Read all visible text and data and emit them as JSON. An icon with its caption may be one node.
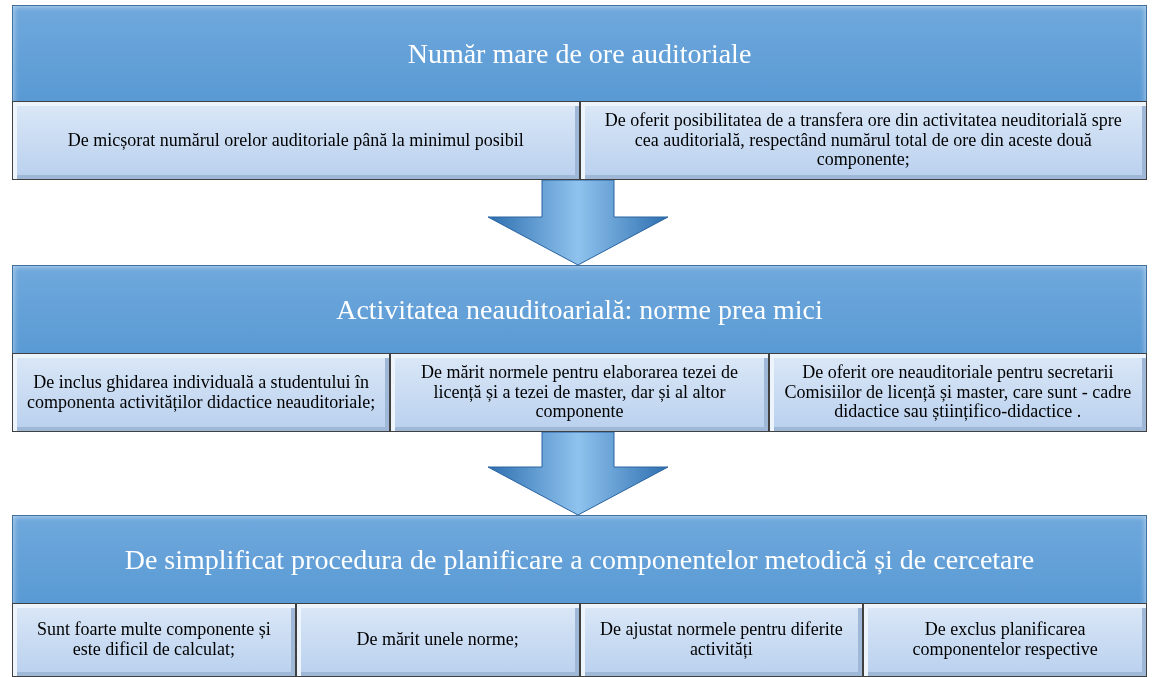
{
  "diagram": {
    "nodes": [
      {
        "text": [
          "Număr mare de ore auditoriale"
        ]
      },
      {
        "text": [
          "De micșorat numărul orelor  auditoriale până la minimul posibil"
        ],
        "in": 0
      },
      {
        "text": [
          "De oferit posibilitatea de a transfera ore din activitatea neuditorială spre cea auditorială, respectând numărul total de ore din aceste două componente;"
        ],
        "in": 0
      },
      {
        "text": [
          "Activitatea neauditoarială:  norme prea mici"
        ]
      },
      {
        "text": [
          "De inclus ghidarea individuală a studentului în componenta activităților didactice neauditoriale;"
        ],
        "in": 3
      },
      {
        "text": [
          "De mărit normele pentru elaborarea tezei de licență și a tezei de master, dar și al altor componente"
        ],
        "in": 3
      },
      {
        "text": [
          "De oferit ore neauditoriale pentru secretarii  Comisiilor de licență și master, care sunt - cadre didactice sau științifico-didactice ."
        ],
        "in": 3
      },
      {
        "text": [
          "De simplificat procedura de planificare a componentelor metodică și de cercetare"
        ]
      },
      {
        "text": [
          "Sunt foarte multe componente și este dificil de calculat;"
        ],
        "in": 7
      },
      {
        "text": [
          "De mărit unele norme;"
        ],
        "in": 7
      },
      {
        "text": [
          "De ajustat normele pentru diferite activități"
        ],
        "in": 7
      },
      {
        "text": [
          "De exclus planificarea componentelor respective"
        ],
        "in": 7
      }
    ],
    "edges": [
      {
        "from": 0,
        "to": 3,
        "arrow": "to",
        "style": "thick"
      },
      {
        "from": 3,
        "to": 7,
        "arrow": "to",
        "style": "thick"
      }
    ]
  }
}
